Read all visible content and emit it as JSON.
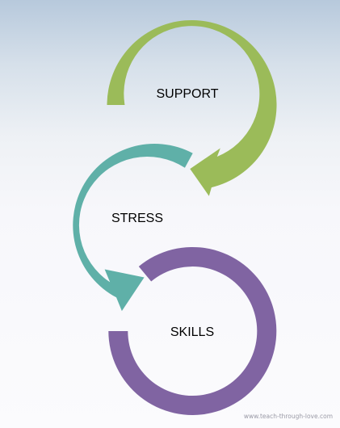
{
  "stages": [
    {
      "label": "SUPPORT",
      "color": "#9bbb59"
    },
    {
      "label": "STRESS",
      "color": "#5fb0a8"
    },
    {
      "label": "SKILLS",
      "color": "#8064a2"
    }
  ],
  "watermark": "www.teach-through-love.com"
}
